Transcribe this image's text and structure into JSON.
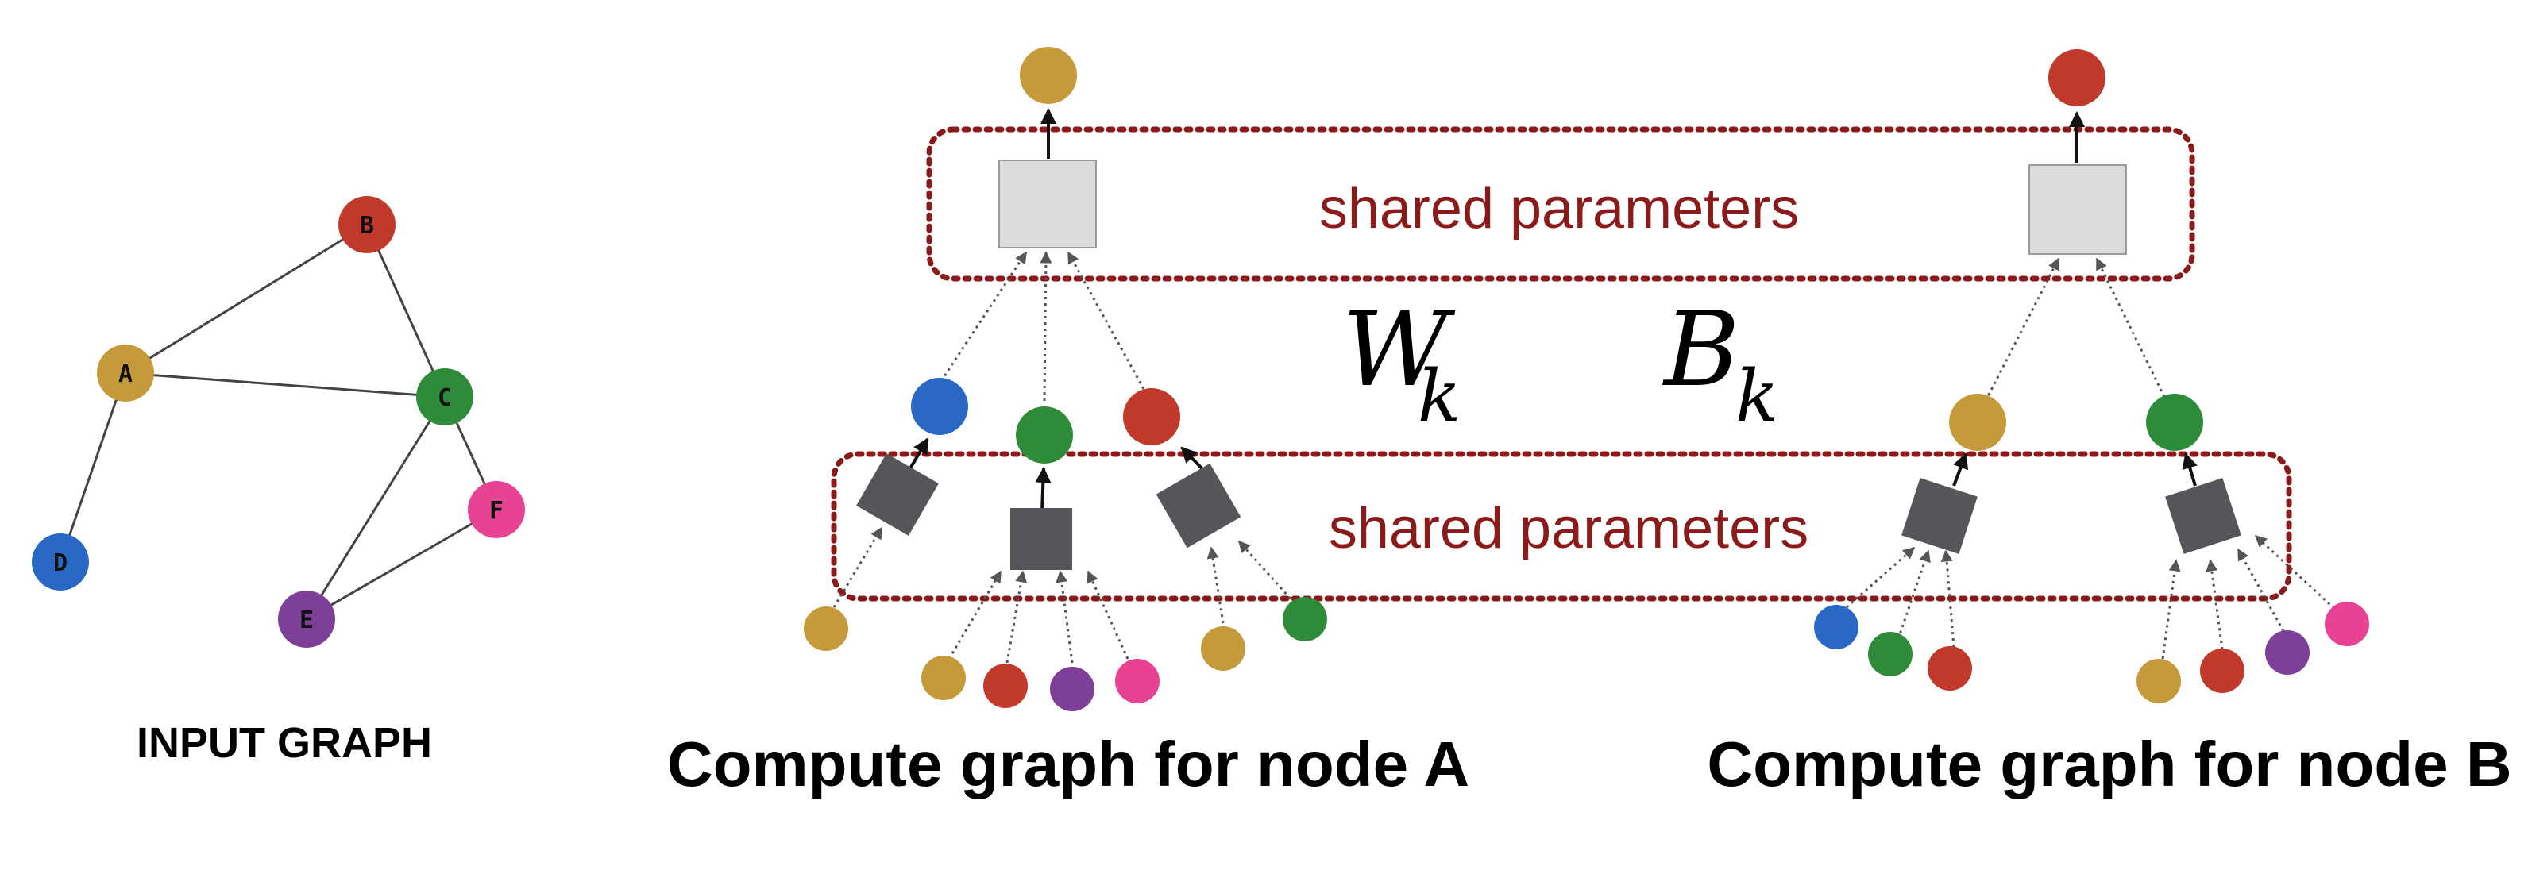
{
  "colors": {
    "A": "#c49a3a",
    "B": "#c0392b",
    "C": "#2e8b3a",
    "D": "#2a68c6",
    "E": "#7d3f98",
    "F": "#e84393",
    "dark_box": "#545659",
    "light_box": "#dcdcde",
    "shared_border": "#8b1a1a"
  },
  "input_graph": {
    "caption": "INPUT GRAPH",
    "nodes": [
      "A",
      "B",
      "C",
      "D",
      "E",
      "F"
    ],
    "edges": [
      [
        "A",
        "B"
      ],
      [
        "A",
        "C"
      ],
      [
        "B",
        "C"
      ],
      [
        "A",
        "D"
      ],
      [
        "C",
        "E"
      ],
      [
        "C",
        "F"
      ],
      [
        "E",
        "F"
      ]
    ]
  },
  "shared_labels": {
    "top": "shared parameters",
    "bottom": "shared parameters"
  },
  "math": {
    "w_main": "W",
    "w_sub": "k",
    "b_main": "B",
    "b_sub": "k"
  },
  "compute_a": {
    "caption": "Compute graph for node A",
    "root": "A",
    "level1": [
      {
        "node": "D",
        "children": [
          "A"
        ]
      },
      {
        "node": "C",
        "children": [
          "A",
          "B",
          "E",
          "F"
        ]
      },
      {
        "node": "B",
        "children": [
          "A",
          "C"
        ]
      }
    ]
  },
  "compute_b": {
    "caption": "Compute graph for node B",
    "root": "B",
    "level1": [
      {
        "node": "A",
        "children": [
          "D",
          "C",
          "B"
        ]
      },
      {
        "node": "C",
        "children": [
          "A",
          "B",
          "E",
          "F"
        ]
      }
    ]
  }
}
